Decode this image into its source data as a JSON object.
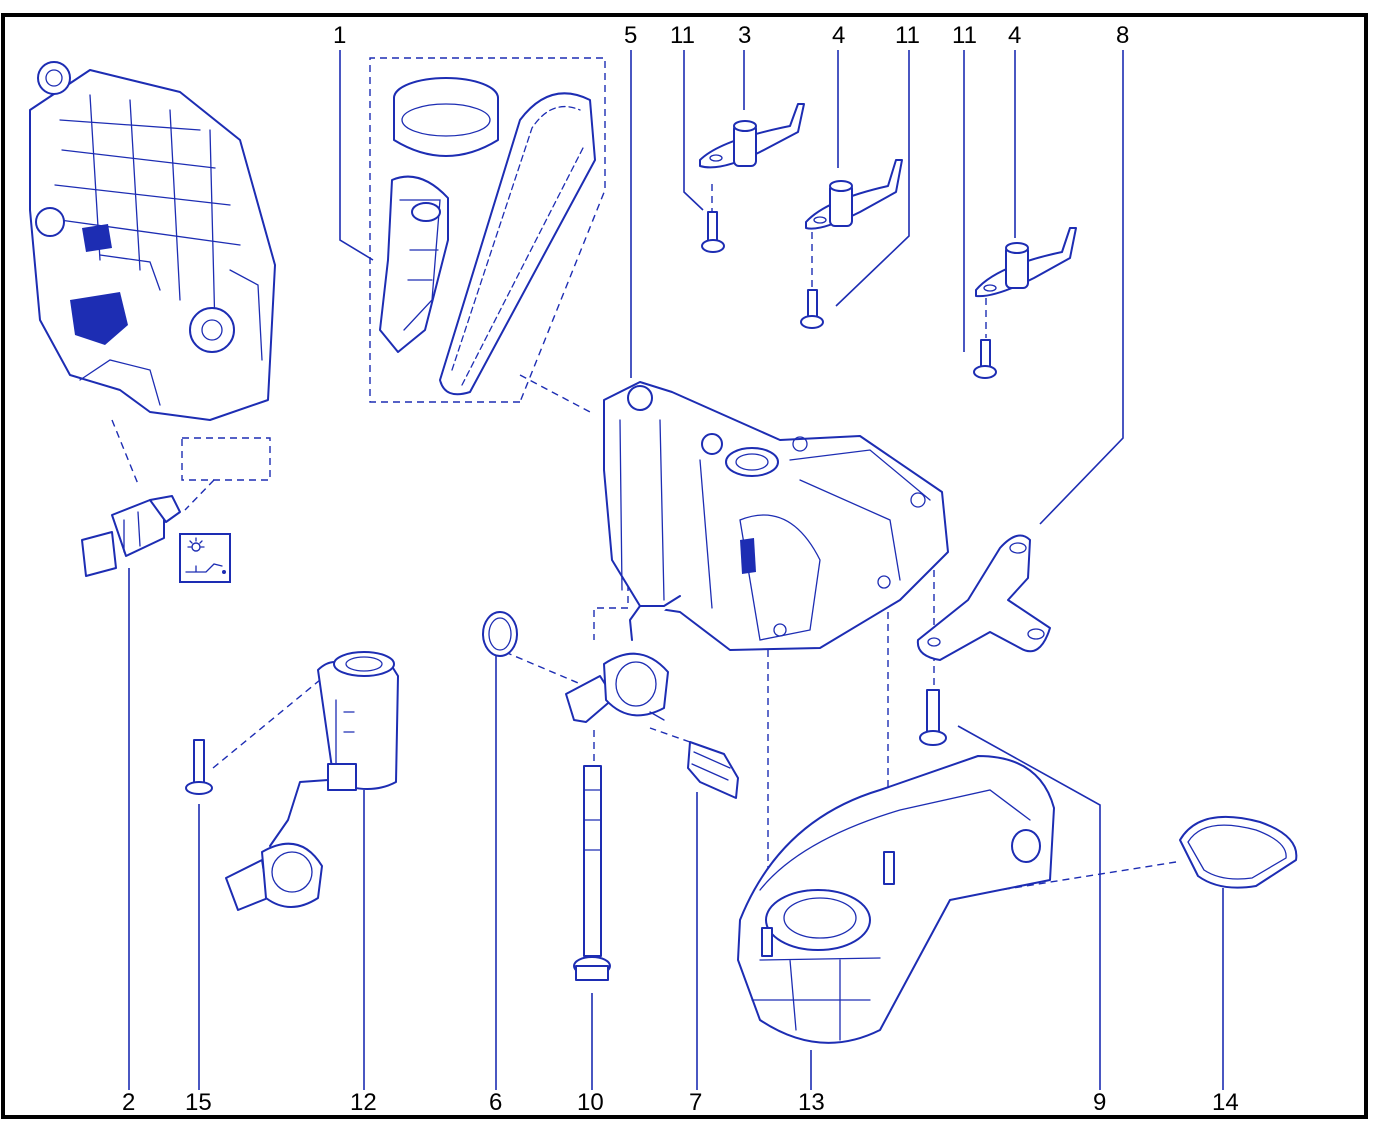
{
  "diagram": {
    "accent_color": "#1d2db3",
    "text_color": "#000000",
    "frame_color": "#000000",
    "callouts": {
      "c1": "1",
      "c2": "2",
      "c3": "3",
      "c4a": "4",
      "c4b": "4",
      "c5": "5",
      "c6": "6",
      "c7": "7",
      "c8": "8",
      "c9": "9",
      "c10": "10",
      "c11a": "11",
      "c11b": "11",
      "c11c": "11",
      "c12": "12",
      "c13": "13",
      "c14": "14",
      "c15": "15"
    },
    "icons": {
      "engine": "engine-assembly-icon",
      "oil_pressure_warning": "oil-pressure-warning-icon"
    }
  }
}
